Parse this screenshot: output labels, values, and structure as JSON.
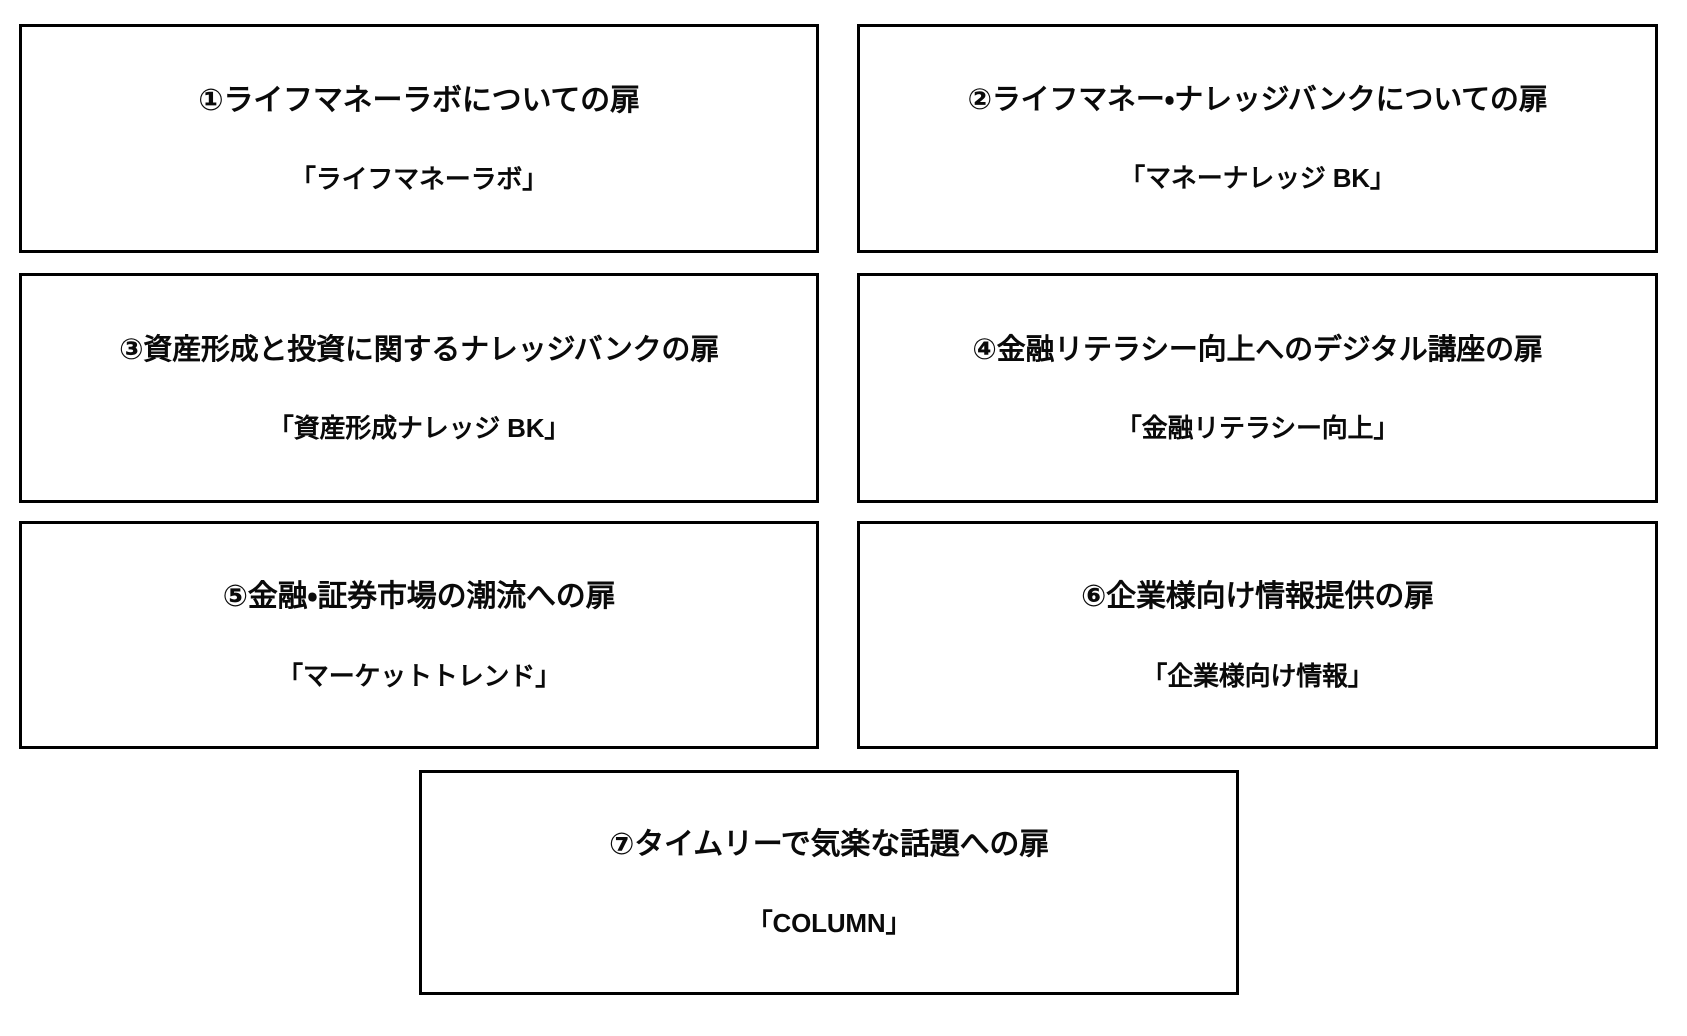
{
  "diagram": {
    "title_text": "",
    "background_color": "#ffffff",
    "border_color": "#000000",
    "text_color": "#0a0a0a",
    "boxes": [
      {
        "number": "①",
        "title": "①ライフマネーラボについての扉",
        "subtitle": "「ライフマネーラボ」",
        "row": 1,
        "column": "left"
      },
      {
        "number": "②",
        "title": "②ライフマネー・ナレッジバンクについての扉",
        "subtitle": "「マネーナレッジ BK」",
        "row": 1,
        "column": "right"
      },
      {
        "number": "③",
        "title": "③資産形成と投資に関するナレッジバンクの扉",
        "subtitle": "「資産形成ナレッジ BK」",
        "row": 2,
        "column": "left"
      },
      {
        "number": "④",
        "title": "④金融リテラシー向上へのデジタル講座の扉",
        "subtitle": "「金融リテラシー向上」",
        "row": 2,
        "column": "right"
      },
      {
        "number": "⑤",
        "title": "⑤金融・証券市場の潮流への扉",
        "subtitle": "「マーケットトレンド」",
        "row": 3,
        "column": "left"
      },
      {
        "number": "⑥",
        "title": "⑥企業様向け情報提供の扉",
        "subtitle": "「企業様向け情報」",
        "row": 3,
        "column": "right"
      },
      {
        "number": "⑦",
        "title": "⑦タイムリーで気楽な話題への扉",
        "subtitle": "「COLUMN」",
        "row": 4,
        "column": "center"
      }
    ]
  }
}
